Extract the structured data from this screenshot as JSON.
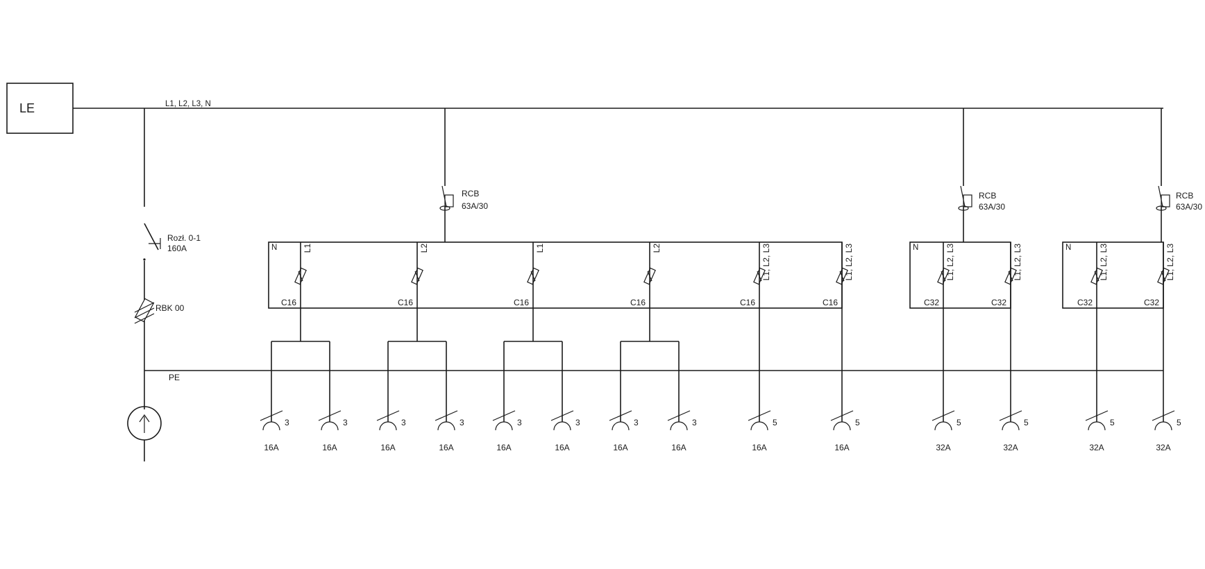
{
  "supply_box": {
    "label": "LE"
  },
  "bus": {
    "label": "L1, L2, L3, N"
  },
  "main_switch": {
    "label_1": "Rozł. 0-1",
    "label_2": "160A"
  },
  "fuse": {
    "label": "RBK 00"
  },
  "pe_bus": {
    "label": "PE"
  },
  "rcbs": [
    {
      "id": "rcb-1",
      "type": "RCB",
      "rating": "63A/30"
    },
    {
      "id": "rcb-2",
      "type": "RCB",
      "rating": "63A/30"
    },
    {
      "id": "rcb-3",
      "type": "RCB",
      "rating": "63A/30"
    }
  ],
  "groups": [
    {
      "id": "group-1",
      "n_label": "N",
      "breakers": [
        {
          "rating": "C16",
          "phases": "L1",
          "sockets": [
            {
              "poles": "3",
              "current": "16A"
            },
            {
              "poles": "3",
              "current": "16A"
            }
          ]
        },
        {
          "rating": "C16",
          "phases": "L2",
          "sockets": [
            {
              "poles": "3",
              "current": "16A"
            },
            {
              "poles": "3",
              "current": "16A"
            }
          ]
        },
        {
          "rating": "C16",
          "phases": "L1",
          "sockets": [
            {
              "poles": "3",
              "current": "16A"
            },
            {
              "poles": "3",
              "current": "16A"
            }
          ]
        },
        {
          "rating": "C16",
          "phases": "L2",
          "sockets": [
            {
              "poles": "3",
              "current": "16A"
            },
            {
              "poles": "3",
              "current": "16A"
            }
          ]
        },
        {
          "rating": "C16",
          "phases": "L1, L2, L3",
          "sockets": [
            {
              "poles": "5",
              "current": "16A"
            }
          ]
        },
        {
          "rating": "C16",
          "phases": "L1, L2, L3",
          "sockets": [
            {
              "poles": "5",
              "current": "16A"
            }
          ]
        }
      ]
    },
    {
      "id": "group-2",
      "n_label": "N",
      "breakers": [
        {
          "rating": "C32",
          "phases": "L1, L2, L3",
          "sockets": [
            {
              "poles": "5",
              "current": "32A"
            }
          ]
        },
        {
          "rating": "C32",
          "phases": "L1, L2, L3",
          "sockets": [
            {
              "poles": "5",
              "current": "32A"
            }
          ]
        }
      ]
    },
    {
      "id": "group-3",
      "n_label": "N",
      "breakers": [
        {
          "rating": "C32",
          "phases": "L1, L2, L3",
          "sockets": [
            {
              "poles": "5",
              "current": "32A"
            }
          ]
        },
        {
          "rating": "C32",
          "phases": "L1, L2, L3",
          "sockets": [
            {
              "poles": "5",
              "current": "32A"
            }
          ]
        }
      ]
    }
  ]
}
